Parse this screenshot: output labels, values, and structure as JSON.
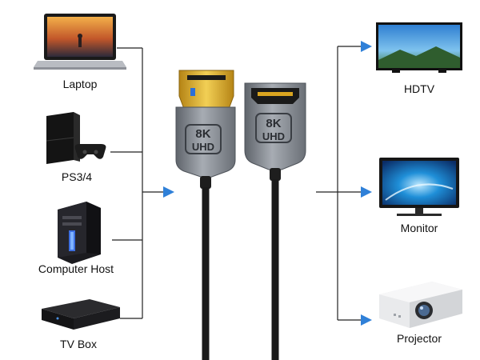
{
  "sources": [
    {
      "name": "Laptop",
      "icon": "laptop-icon"
    },
    {
      "name": "PS3/4",
      "icon": "game-console-icon"
    },
    {
      "name": "Computer Host",
      "icon": "desktop-tower-icon"
    },
    {
      "name": "TV Box",
      "icon": "tv-box-icon"
    }
  ],
  "outputs": [
    {
      "name": "HDTV",
      "icon": "hdtv-icon"
    },
    {
      "name": "Monitor",
      "icon": "monitor-icon"
    },
    {
      "name": "Projector",
      "icon": "projector-icon"
    }
  ],
  "adapter": {
    "male_badge_top": "8K",
    "male_badge_bottom": "UHD",
    "female_badge_top": "8K",
    "female_badge_bottom": "UHD"
  },
  "colors": {
    "arrow": "#2f80d8",
    "line": "#222222",
    "connector_shell": "#8a8f96",
    "gold_plug": "#d9a520"
  }
}
